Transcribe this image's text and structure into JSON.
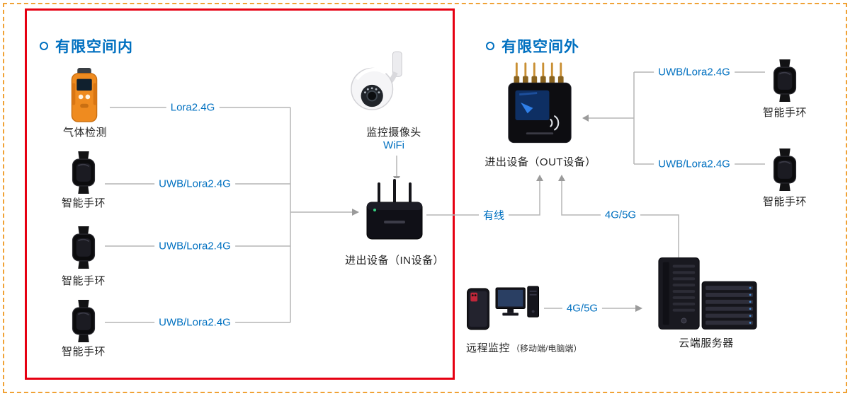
{
  "inside": {
    "title": "有限空间内",
    "gas": {
      "label": "气体检测",
      "link": "Lora2.4G"
    },
    "band1": {
      "label": "智能手环",
      "link": "UWB/Lora2.4G"
    },
    "band2": {
      "label": "智能手环",
      "link": "UWB/Lora2.4G"
    },
    "band3": {
      "label": "智能手环",
      "link": "UWB/Lora2.4G"
    },
    "camera": {
      "label": "监控摄像头",
      "link": "WiFi"
    },
    "in_device": {
      "label": "进出设备（IN设备）"
    }
  },
  "outside": {
    "title": "有限空间外",
    "out_device": {
      "label": "进出设备（OUT设备）"
    },
    "band1": {
      "label": "智能手环",
      "link": "UWB/Lora2.4G"
    },
    "band2": {
      "label": "智能手环",
      "link": "UWB/Lora2.4G"
    },
    "server": {
      "label": "云端服务器"
    },
    "remote": {
      "label": "远程监控",
      "sublabel": "（移动端/电脑端）"
    }
  },
  "links": {
    "wired": "有线",
    "server_out": "4G/5G",
    "remote_server": "4G/5G"
  },
  "colors": {
    "accent_blue": "#0070C0",
    "zone_red": "#E60012",
    "frame_orange": "#F0A236",
    "line_gray": "#B5B5B5"
  }
}
